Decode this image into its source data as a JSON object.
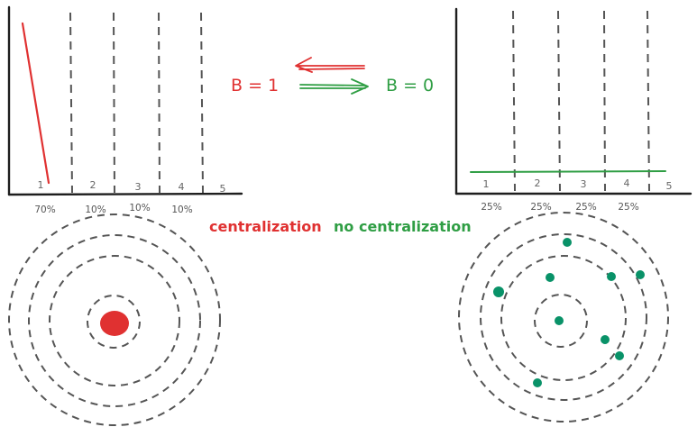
{
  "colors": {
    "red": "#e03131",
    "green": "#2f9e44",
    "axis": "#1e1e1e",
    "dashed": "#555555",
    "dot_green": "#099268"
  },
  "left_chart": {
    "ticks": [
      "1",
      "2",
      "3",
      "4",
      "5"
    ],
    "percents": [
      "70%",
      "10%",
      "10%",
      "10%"
    ]
  },
  "right_chart": {
    "ticks": [
      "1",
      "2",
      "3",
      "4",
      "5"
    ],
    "percents": [
      "25%",
      "25%",
      "25%",
      "25%"
    ]
  },
  "labels": {
    "b1": "B = 1",
    "b0": "B = 0",
    "centralization": "centralization",
    "no_centralization": "no centralization"
  }
}
